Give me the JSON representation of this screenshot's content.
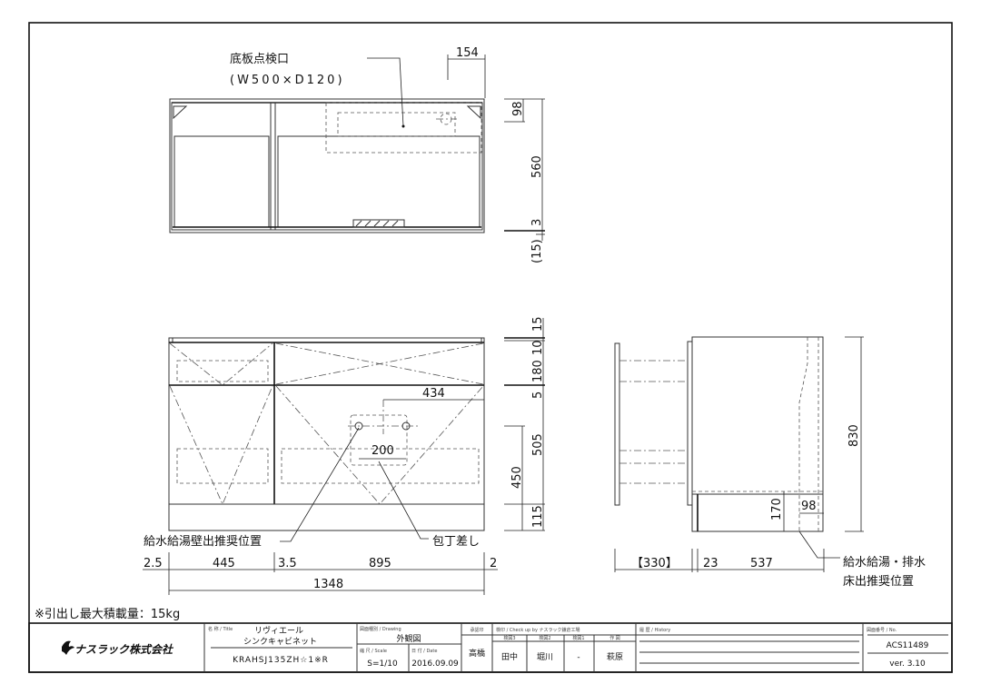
{
  "note": "※引出し最大積載量：15kg",
  "top_view": {
    "label_line1": "底板点検口",
    "label_line2": "(W500×D120)",
    "dims": {
      "d154": "154",
      "d98": "98",
      "d560": "560",
      "d3": "3",
      "d15": "(15)"
    }
  },
  "front_view": {
    "right_dims": {
      "d15": "15",
      "d10": "10",
      "d180": "180",
      "d5": "5",
      "d505": "505",
      "d450": "450",
      "d115": "115"
    },
    "inner_dims": {
      "d434": "434",
      "d200": "200"
    },
    "bottom_dims": {
      "d2_5": "2.5",
      "d445": "445",
      "d3_5": "3.5",
      "d895": "895",
      "d2": "2",
      "d1348": "1348"
    },
    "label_wall": "給水給湯壁出推奨位置",
    "label_knife": "包丁差し"
  },
  "side_view": {
    "dims": {
      "d830": "830",
      "d170": "170",
      "d98": "98",
      "d330": "【330】",
      "d23": "23",
      "d537": "537"
    },
    "label_line1": "給水給湯・排水",
    "label_line2": "床出推奨位置"
  },
  "title_block": {
    "company": "ナスラック株式会社",
    "title_caption": "名 称 / Title",
    "title_line1": "リヴィエール",
    "title_line2": "シンクキャビネット",
    "model": "KRAHSJ135ZH☆1※R",
    "drawing_caption": "図面種別 / Drawing",
    "drawing": "外観図",
    "scale_caption": "縮 尺 / Scale",
    "scale": "S=1/10",
    "date_caption": "日 付 / Date",
    "date": "2016.09.09",
    "approve_caption": "承認印",
    "approver": "高橋",
    "check_caption": "検印 / Check up by ナスラック鎌倉工場",
    "check_cols": [
      "検図3",
      "検図2",
      "検図1",
      "作 図"
    ],
    "check_names": [
      "田中",
      "堀川",
      "-",
      "萩原"
    ],
    "history_caption": "履 歴 / History",
    "no_caption": "図面番号 / No.",
    "number": "ACS11489",
    "version": "ver. 3.10"
  }
}
